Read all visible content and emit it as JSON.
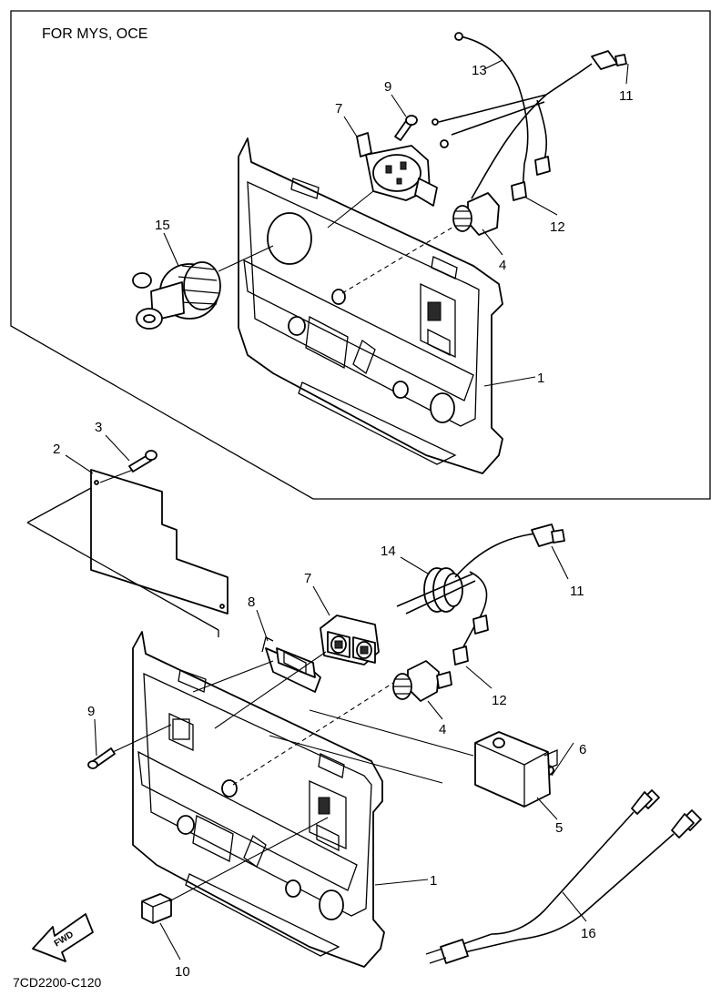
{
  "region_label": "FOR MYS, OCE",
  "diagram_code": "7CD2200-C120",
  "direction_arrow": "FWD",
  "callouts": {
    "top": [
      "13",
      "11",
      "9",
      "7",
      "15",
      "12",
      "4",
      "1"
    ],
    "bottom": [
      "3",
      "2",
      "14",
      "11",
      "7",
      "8",
      "12",
      "4",
      "9",
      "6",
      "5",
      "1",
      "16",
      "10"
    ]
  }
}
